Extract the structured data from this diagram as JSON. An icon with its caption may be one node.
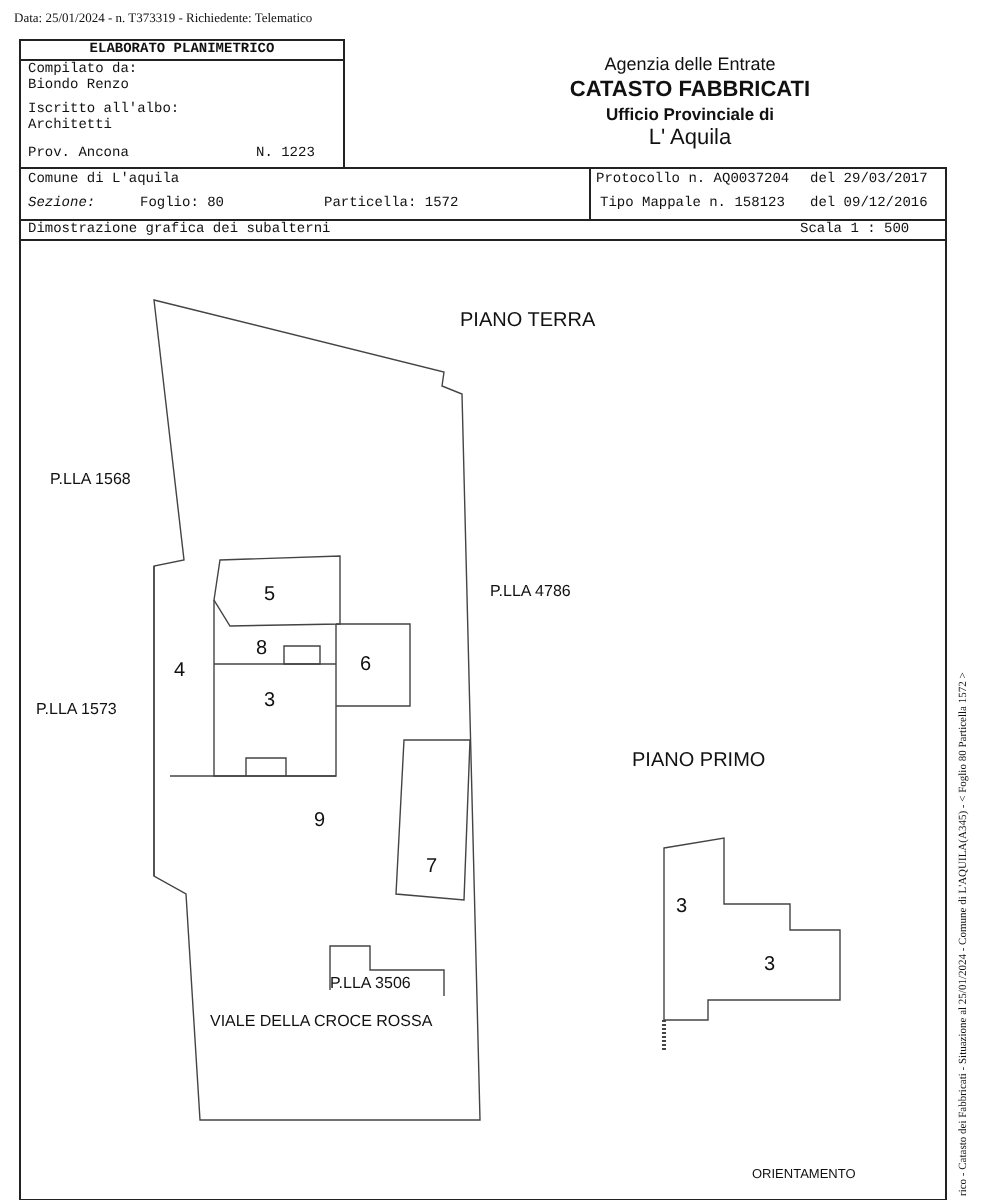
{
  "diagram": {
    "labels": [
      "Data: 25/01/2024 - n. T373319 - Richiedente: Telematico",
      "ELABORATO PLANIMETRICO",
      "Compilato da: Biondo Renzo",
      "Iscritto all'albo: Architetti",
      "Prov. Ancona",
      "N. 1223",
      "Agenzia delle Entrate",
      "CATASTO FABBRICATI",
      "Ufficio Provinciale di",
      "L' Aquila",
      "Comune di L'aquila",
      "Protocollo n. AQ0037204",
      "del 29/03/2017",
      "Sezione:",
      "Foglio: 80",
      "Particella: 1572",
      "Tipo Mappale n. 158123",
      "del 09/12/2016",
      "Dimostrazione grafica dei subalterni",
      "Scala 1 : 500",
      "PIANO TERRA",
      "P.LLA 1568",
      "5",
      "P.LLA 4786",
      "8",
      "4",
      "6",
      "3",
      "P.LLA 1573",
      "PIANO PRIMO",
      "9",
      "7",
      "3",
      "P.LLA 3506",
      "3",
      "VIALE DELLA CROCE ROSSA",
      "ORIENTAMENTO",
      "rico - Catasto dei Fabbricati - Situazione al 25/01/2024 - Comune di L'AQUILA(A345) - < Foglio 80 Particella 1572 >"
    ]
  }
}
